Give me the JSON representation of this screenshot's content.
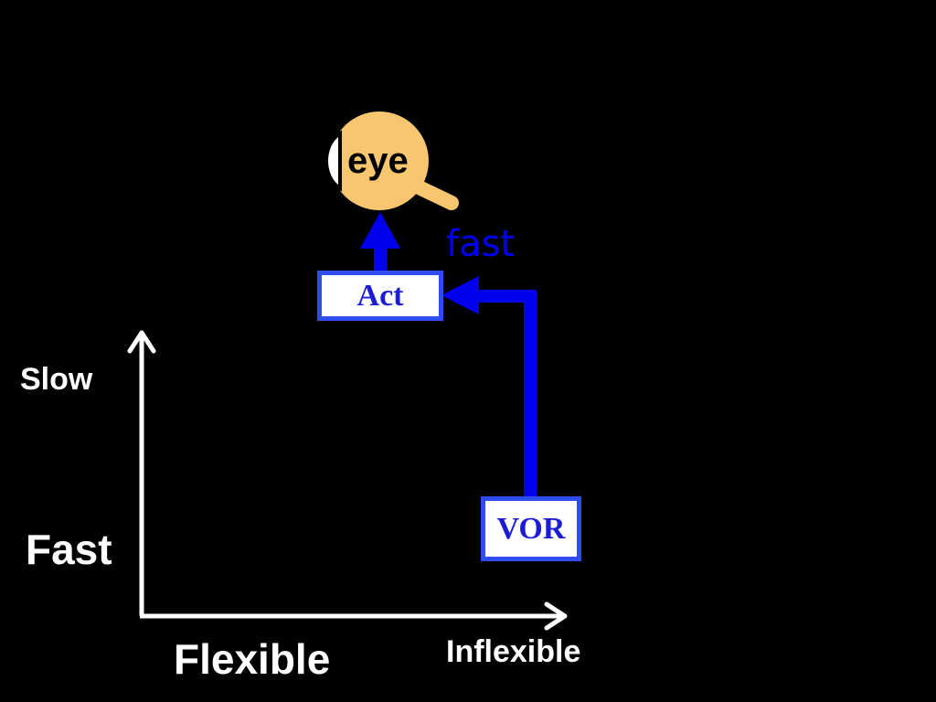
{
  "axes": {
    "y_top_label": "Slow",
    "y_bottom_label": "Fast",
    "x_left_label": "Flexible",
    "x_right_label": "Inflexible"
  },
  "diagram": {
    "eye_label": "eye",
    "act_label": "Act",
    "vor_label": "VOR",
    "pathway_label": "fast"
  },
  "colors": {
    "pathway": "#0000ee",
    "box_border": "#2e4cf0",
    "eye_fill": "#f7c66e",
    "axis": "#ffffff",
    "background": "#000000"
  }
}
